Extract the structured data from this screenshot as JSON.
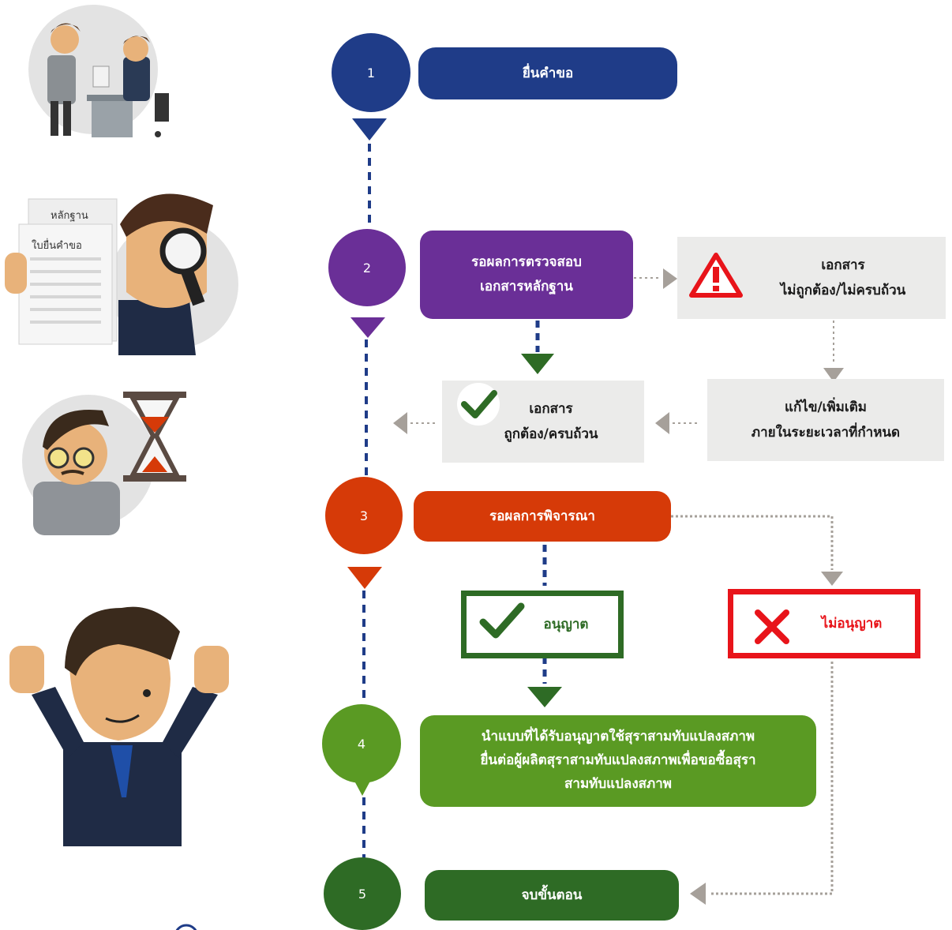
{
  "steps": [
    {
      "number": "1",
      "label": "ยื่นคำขอ",
      "color": "#1f3c88"
    },
    {
      "number": "2",
      "label_line1": "รอผลการตรวจสอบ",
      "label_line2": "เอกสารหลักฐาน",
      "color": "#6a2f97"
    },
    {
      "number": "3",
      "label": "รอผลการพิจารณา",
      "color": "#d63a08"
    },
    {
      "number": "4",
      "label_line1": "นำแบบที่ได้รับอนุญาตใช้สุราสามทับแปลงสภาพ",
      "label_line2": "ยื่นต่อผู้ผลิตสุราสามทับแปลงสภาพเพื่อขอซื้อสุรา",
      "label_line3": "สามทับแปลงสภาพ",
      "color": "#5a9a23"
    },
    {
      "number": "5",
      "label": "จบขั้นตอน",
      "color": "#2e6b25"
    }
  ],
  "branches": {
    "doc_incorrect": {
      "line1": "เอกสาร",
      "line2": "ไม่ถูกต้อง/ไม่ครบถ้วน"
    },
    "doc_correct": {
      "line1": "เอกสาร",
      "line2": "ถูกต้อง/ครบถ้วน"
    },
    "fix": {
      "line1": "แก้ไข/เพิ่มเติม",
      "line2": "ภายในระยะเวลาที่กำหนด"
    },
    "approved": {
      "label": "อนุญาต",
      "color": "#2e6b25"
    },
    "rejected": {
      "label": "ไม่อนุญาต",
      "color": "#e8141a"
    }
  },
  "illustration_labels": {
    "doc_front": "ใบยื่นคำขอ",
    "doc_back": "หลักฐาน"
  },
  "colors": {
    "panel_gray": "#ebebea",
    "connector_gray": "#a6a09a"
  }
}
